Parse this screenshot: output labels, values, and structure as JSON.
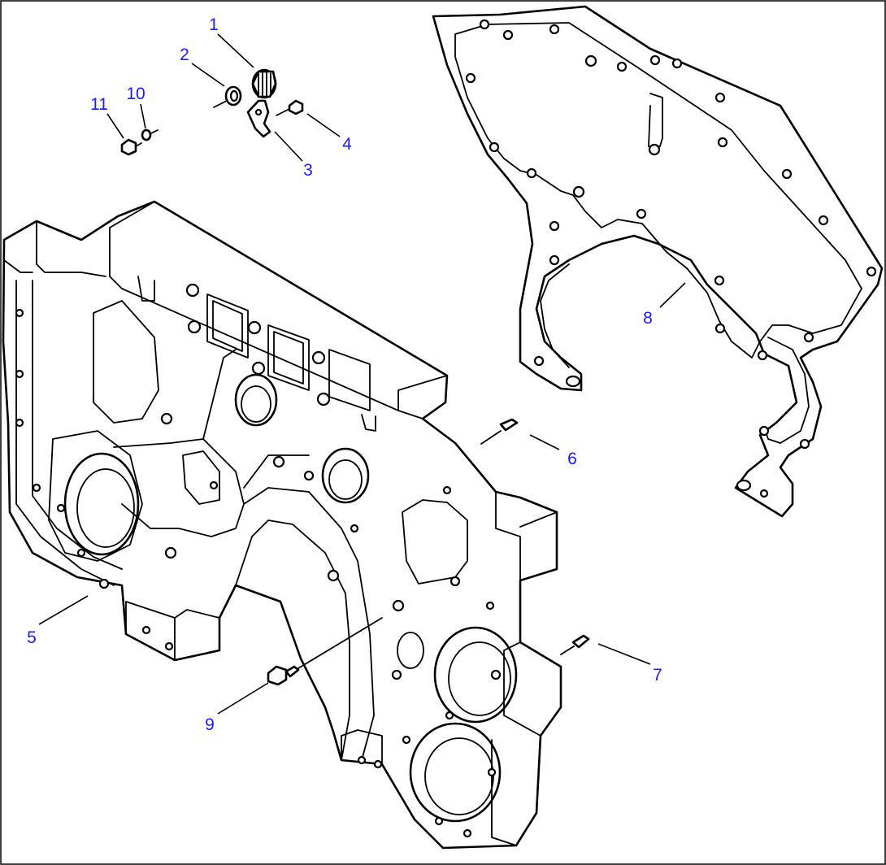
{
  "callouts": [
    {
      "id": "1",
      "label": "1"
    },
    {
      "id": "2",
      "label": "2"
    },
    {
      "id": "3",
      "label": "3"
    },
    {
      "id": "4",
      "label": "4"
    },
    {
      "id": "5",
      "label": "5"
    },
    {
      "id": "6",
      "label": "6"
    },
    {
      "id": "7",
      "label": "7"
    },
    {
      "id": "8",
      "label": "8"
    },
    {
      "id": "9",
      "label": "9"
    },
    {
      "id": "10",
      "label": "10"
    },
    {
      "id": "11",
      "label": "11"
    }
  ],
  "colors": {
    "callout_text": "#1a1aff",
    "line_art": "#000000",
    "background": "#ffffff"
  }
}
